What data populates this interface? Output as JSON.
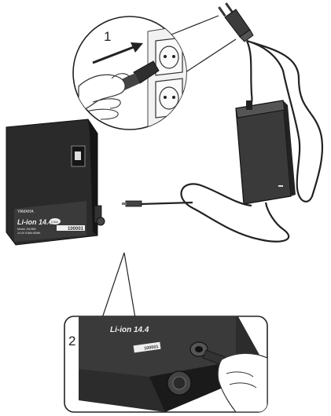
{
  "steps": [
    {
      "number": "1"
    },
    {
      "number": "2"
    }
  ],
  "battery": {
    "brand": "YAMAHA",
    "model_text": "Li-ion 14.4",
    "serial": "100001",
    "spec_lines": [
      "Model: JW-B52",
      "14.4V 5.8Ah 84Wh"
    ],
    "badge": "5.8Ah"
  },
  "icons": [
    "plug-icon",
    "wall-socket-icon",
    "hand-icon",
    "power-adapter-icon",
    "battery-pack-icon",
    "battery-switch-icon",
    "charge-port-icon",
    "arrow-icon"
  ]
}
